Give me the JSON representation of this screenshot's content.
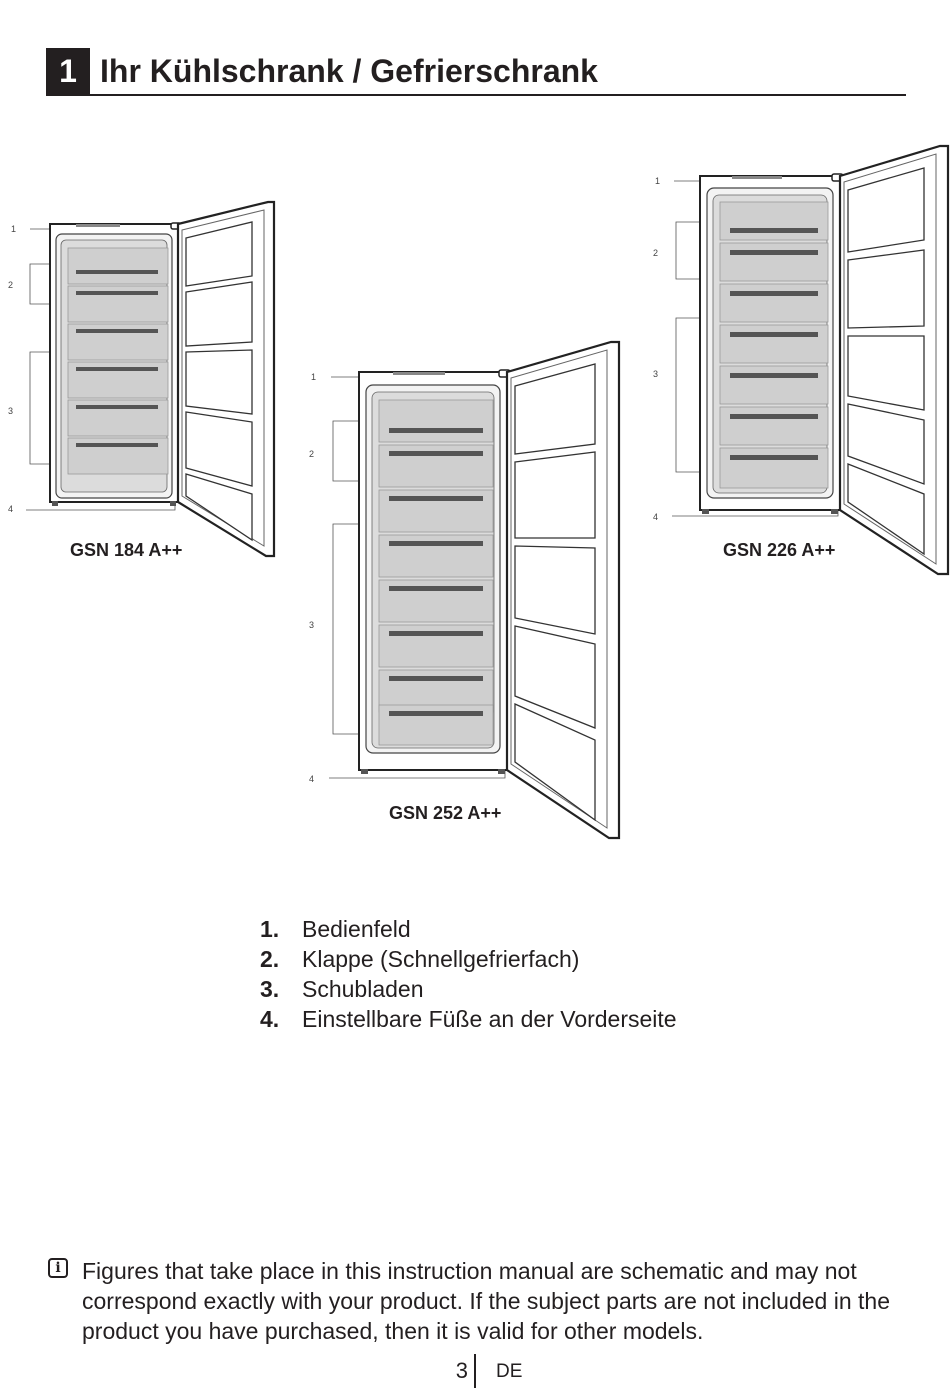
{
  "header": {
    "chapter_number": "1",
    "title": "Ihr Kühlschrank / Gefrierschrank"
  },
  "figures": [
    {
      "model": "GSN 184 A++",
      "drawers": 6,
      "door_bins": 5,
      "callouts": [
        "1",
        "2",
        "3",
        "4"
      ]
    },
    {
      "model": "GSN 252 A++",
      "drawers": 8,
      "door_bins": 5,
      "callouts": [
        "1",
        "2",
        "3",
        "4"
      ]
    },
    {
      "model": "GSN 226 A++",
      "drawers": 7,
      "door_bins": 5,
      "callouts": [
        "1",
        "2",
        "3",
        "4"
      ]
    }
  ],
  "parts": [
    {
      "num": "1.",
      "label": "Bedienfeld"
    },
    {
      "num": "2.",
      "label": "Klappe (Schnellgefrierfach)"
    },
    {
      "num": "3.",
      "label": "Schubladen"
    },
    {
      "num": "4.",
      "label": "Einstellbare Füße an der Vorderseite"
    }
  ],
  "note": {
    "icon": "info-icon",
    "text": "Figures that take place in this instruction manual are schematic and may not correspond exactly with your product. If the subject parts are not included in the product you have purchased, then it is valid for other models."
  },
  "footer": {
    "page_number": "3",
    "language": "DE"
  }
}
